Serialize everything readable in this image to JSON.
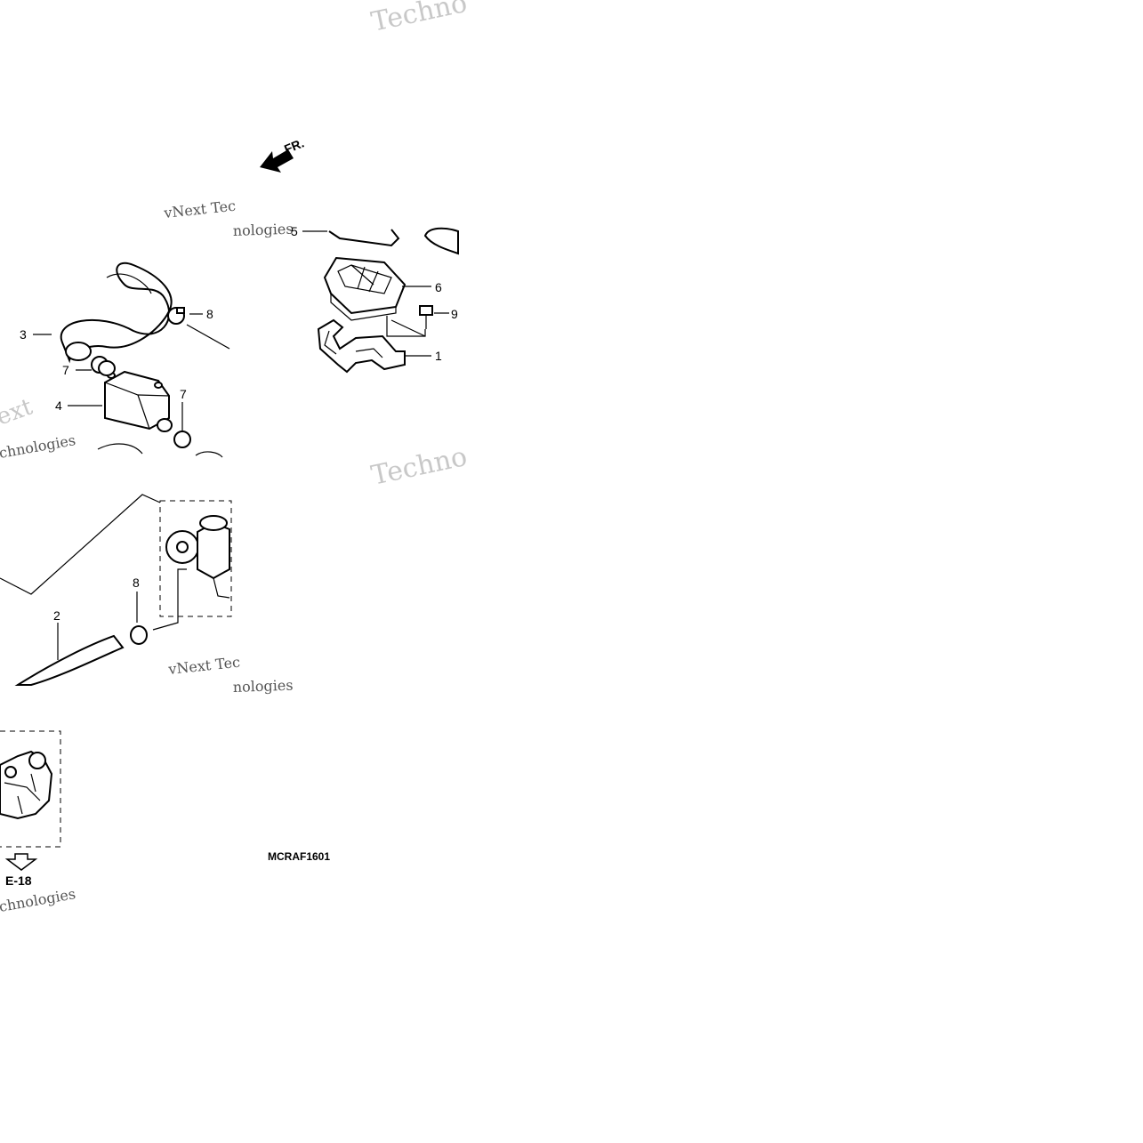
{
  "diagram": {
    "direction_label": "FR.",
    "drawing_code": "MCRAF1601",
    "reference_label": "E-18",
    "callouts": [
      "1",
      "2",
      "3",
      "4",
      "5",
      "6",
      "7",
      "7",
      "8",
      "8",
      "9"
    ],
    "watermarks": [
      "Techno",
      "vNext Tec",
      "nologies",
      "ext",
      "chnologies",
      "Techno",
      "vNext Tec",
      "nologies",
      "chnologies"
    ]
  },
  "colors": {
    "line": "#000000",
    "background": "#ffffff",
    "watermark": "#c8c8c8"
  }
}
